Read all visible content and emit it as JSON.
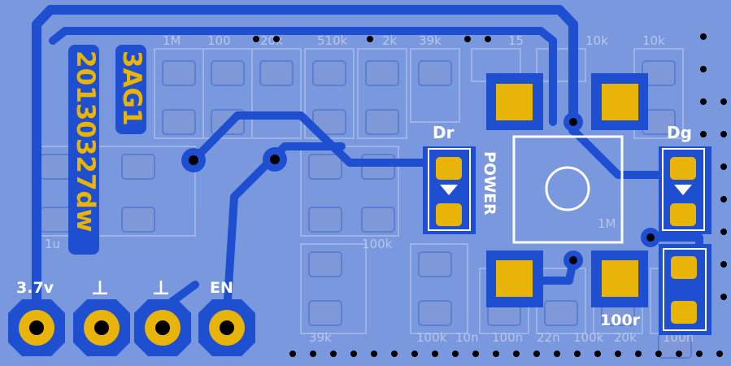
{
  "board": {
    "version_label": "3AG1",
    "date_label": "20130327dw",
    "power_label": "POWER",
    "led_left_label": "Dr",
    "led_right_label": "Dg",
    "resistor_label": "100r"
  },
  "pins": [
    {
      "label": "3.7v"
    },
    {
      "label": "⊥"
    },
    {
      "label": "⊥"
    },
    {
      "label": "EN"
    }
  ],
  "ghost_labels": {
    "top": [
      "1M",
      "100",
      "20k",
      "510k",
      "2k",
      "39k",
      "15",
      "10k",
      "10k"
    ],
    "bottom": [
      "39k",
      "100k",
      "10n",
      "100n",
      "22n",
      "100k",
      "20k",
      "100n"
    ],
    "middle": [
      "100k",
      "1M",
      "1u"
    ]
  },
  "colors": {
    "board": "#7a98de",
    "copper_trace": "#1f4fd1",
    "pad_gold": "#e8b40a",
    "silkscreen": "#ffffff",
    "drill": "#000000"
  }
}
